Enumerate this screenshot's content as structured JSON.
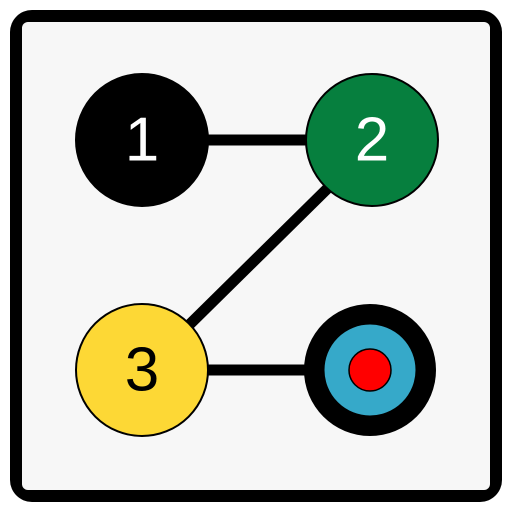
{
  "colors": {
    "frame": "#000000",
    "background": "#f7f7f7",
    "connector": "#000000",
    "node_outline": "#000000"
  },
  "nodes": [
    {
      "id": "1",
      "label": "1",
      "fill": "#000000",
      "text_color": "#ffffff"
    },
    {
      "id": "2",
      "label": "2",
      "fill": "#067f3e",
      "text_color": "#ffffff"
    },
    {
      "id": "3",
      "label": "3",
      "fill": "#fdd835",
      "text_color": "#000000"
    }
  ],
  "goal": {
    "icon": "target-icon",
    "rings": [
      "#000000",
      "#36a9c9",
      "#ff0000"
    ]
  },
  "edges": [
    {
      "from": "1",
      "to": "2"
    },
    {
      "from": "2",
      "to": "3"
    },
    {
      "from": "3",
      "to": "goal"
    }
  ]
}
